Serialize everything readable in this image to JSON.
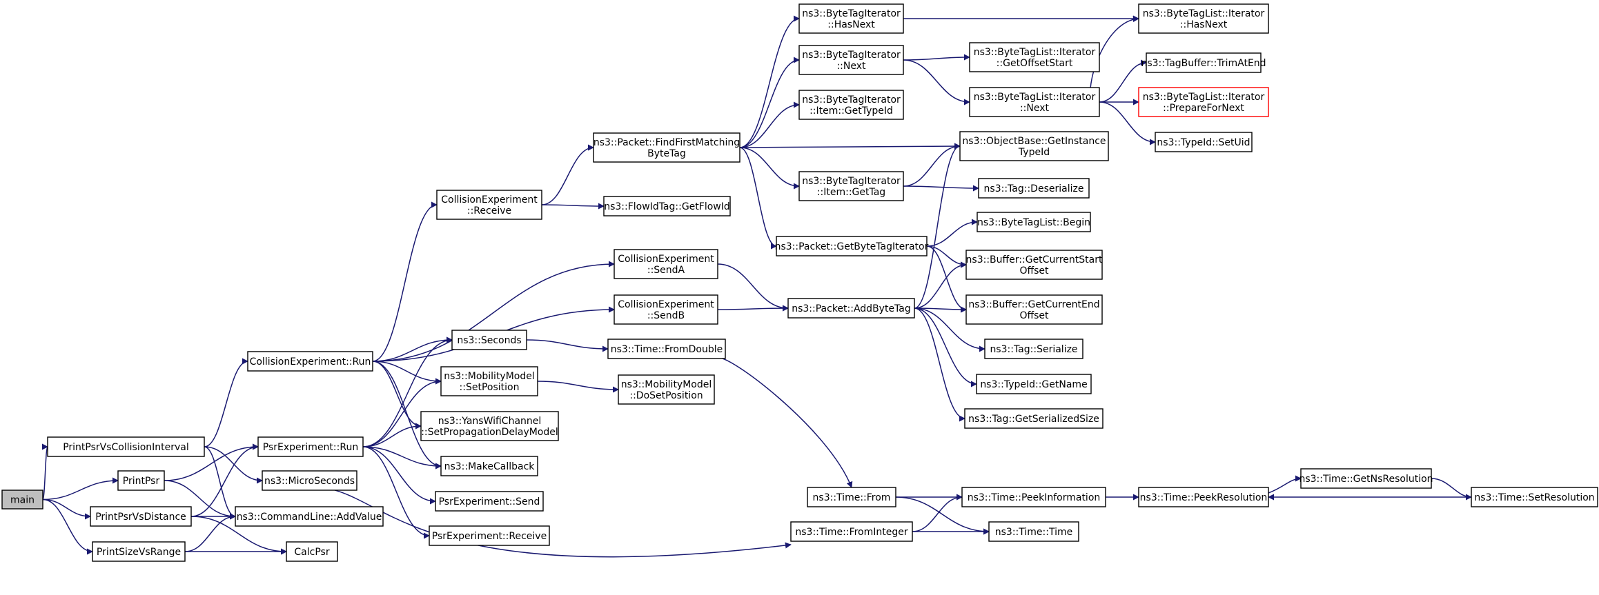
{
  "colors": {
    "edge": "#191970",
    "root_fill": "#bfbfbf",
    "missing_border": "#ff0000"
  },
  "nodes": {
    "main": [
      "main"
    ],
    "ppvci": [
      "PrintPsrVsCollisionInterval"
    ],
    "printpsr": [
      "PrintPsr"
    ],
    "ppvd": [
      "PrintPsrVsDistance"
    ],
    "psvr": [
      "PrintSizeVsRange"
    ],
    "cerun": [
      "CollisionExperiment::Run"
    ],
    "microseconds": [
      "ns3::MicroSeconds"
    ],
    "psrrun": [
      "PsrExperiment::Run"
    ],
    "cmdadd": [
      "ns3::CommandLine::AddValue"
    ],
    "calcpsr": [
      "CalcPsr"
    ],
    "cerecv": [
      "CollisionExperiment",
      "::Receive"
    ],
    "cesenda": [
      "CollisionExperiment",
      "::SendA"
    ],
    "cesendb": [
      "CollisionExperiment",
      "::SendB"
    ],
    "seconds": [
      "ns3::Seconds"
    ],
    "mmsetpos": [
      "ns3::MobilityModel",
      "::SetPosition"
    ],
    "yanssetprop": [
      "ns3::YansWifiChannel",
      "::SetPropagationDelayModel"
    ],
    "makecb": [
      "ns3::MakeCallback"
    ],
    "psrsend": [
      "PsrExperiment::Send"
    ],
    "psrrecv": [
      "PsrExperiment::Receive"
    ],
    "findfirst": [
      "ns3::Packet::FindFirstMatching",
      "ByteTag"
    ],
    "flowid": [
      "ns3::FlowIdTag::GetFlowId"
    ],
    "fromdouble": [
      "ns3::Time::FromDouble"
    ],
    "mmdosetpos": [
      "ns3::MobilityModel",
      "::DoSetPosition"
    ],
    "bthasnext": [
      "ns3::ByteTagIterator",
      "::HasNext"
    ],
    "btnext": [
      "ns3::ByteTagIterator",
      "::Next"
    ],
    "btitemtypeid": [
      "ns3::ByteTagIterator",
      "::Item::GetTypeId"
    ],
    "btitemgettag": [
      "ns3::ByteTagIterator",
      "::Item::GetTag"
    ],
    "getbytetagiter": [
      "ns3::Packet::GetByteTagIterator"
    ],
    "addbytetag": [
      "ns3::Packet::AddByteTag"
    ],
    "timefrom": [
      "ns3::Time::From"
    ],
    "timefromint": [
      "ns3::Time::FromInteger"
    ],
    "btliterhasnext": [
      "ns3::ByteTagList::Iterator",
      "::HasNext"
    ],
    "btlitergetoffset": [
      "ns3::ByteTagList::Iterator",
      "::GetOffsetStart"
    ],
    "btliternext": [
      "ns3::ByteTagList::Iterator",
      "::Next"
    ],
    "objgetinst": [
      "ns3::ObjectBase::GetInstance",
      "TypeId"
    ],
    "tagdeser": [
      "ns3::Tag::Deserialize"
    ],
    "btlbegin": [
      "ns3::ByteTagList::Begin"
    ],
    "bufcurstart": [
      "ns3::Buffer::GetCurrentStart",
      "Offset"
    ],
    "bufcurend": [
      "ns3::Buffer::GetCurrentEnd",
      "Offset"
    ],
    "tagser": [
      "ns3::Tag::Serialize"
    ],
    "typeidgetname": [
      "ns3::TypeId::GetName"
    ],
    "taggetsersize": [
      "ns3::Tag::GetSerializedSize"
    ],
    "peekinfo": [
      "ns3::Time::PeekInformation"
    ],
    "timetime": [
      "ns3::Time::Time"
    ],
    "tagbuftrim": [
      "ns3::TagBuffer::TrimAtEnd"
    ],
    "btliterprepare": [
      "ns3::ByteTagList::Iterator",
      "::PrepareForNext"
    ],
    "typeidsetuid": [
      "ns3::TypeId::SetUid"
    ],
    "peekres": [
      "ns3::Time::PeekResolution"
    ],
    "getnsres": [
      "ns3::Time::GetNsResolution"
    ],
    "setres": [
      "ns3::Time::SetResolution"
    ]
  },
  "edges": [
    [
      "main",
      "ppvci"
    ],
    [
      "main",
      "printpsr"
    ],
    [
      "main",
      "ppvd"
    ],
    [
      "main",
      "psvr"
    ],
    [
      "ppvci",
      "cerun"
    ],
    [
      "ppvci",
      "microseconds"
    ],
    [
      "ppvci",
      "cmdadd"
    ],
    [
      "printpsr",
      "psrrun"
    ],
    [
      "printpsr",
      "cmdadd"
    ],
    [
      "ppvd",
      "psrrun"
    ],
    [
      "ppvd",
      "cmdadd"
    ],
    [
      "ppvd",
      "calcpsr"
    ],
    [
      "psvr",
      "cmdadd"
    ],
    [
      "psvr",
      "calcpsr"
    ],
    [
      "cerun",
      "cerecv"
    ],
    [
      "cerun",
      "cesenda"
    ],
    [
      "cerun",
      "cesendb"
    ],
    [
      "cerun",
      "seconds"
    ],
    [
      "cerun",
      "mmsetpos"
    ],
    [
      "cerun",
      "yanssetprop"
    ],
    [
      "cerun",
      "makecb"
    ],
    [
      "psrrun",
      "seconds"
    ],
    [
      "psrrun",
      "mmsetpos"
    ],
    [
      "psrrun",
      "yanssetprop"
    ],
    [
      "psrrun",
      "makecb"
    ],
    [
      "psrrun",
      "psrsend"
    ],
    [
      "psrrun",
      "psrrecv"
    ],
    [
      "microseconds",
      "timefromint"
    ],
    [
      "cerecv",
      "findfirst"
    ],
    [
      "cerecv",
      "flowid"
    ],
    [
      "cesenda",
      "addbytetag"
    ],
    [
      "cesendb",
      "addbytetag"
    ],
    [
      "seconds",
      "fromdouble"
    ],
    [
      "mmsetpos",
      "mmdosetpos"
    ],
    [
      "findfirst",
      "bthasnext"
    ],
    [
      "findfirst",
      "btnext"
    ],
    [
      "findfirst",
      "btitemtypeid"
    ],
    [
      "findfirst",
      "objgetinst"
    ],
    [
      "findfirst",
      "btitemgettag"
    ],
    [
      "findfirst",
      "getbytetagiter"
    ],
    [
      "fromdouble",
      "timefrom"
    ],
    [
      "bthasnext",
      "btliterhasnext"
    ],
    [
      "btnext",
      "btlitergetoffset"
    ],
    [
      "btnext",
      "btliternext"
    ],
    [
      "btitemgettag",
      "objgetinst"
    ],
    [
      "btitemgettag",
      "tagdeser"
    ],
    [
      "getbytetagiter",
      "btlbegin"
    ],
    [
      "getbytetagiter",
      "bufcurstart"
    ],
    [
      "getbytetagiter",
      "bufcurend"
    ],
    [
      "addbytetag",
      "objgetinst"
    ],
    [
      "addbytetag",
      "bufcurstart"
    ],
    [
      "addbytetag",
      "bufcurend"
    ],
    [
      "addbytetag",
      "tagser"
    ],
    [
      "addbytetag",
      "typeidgetname"
    ],
    [
      "addbytetag",
      "taggetsersize"
    ],
    [
      "timefrom",
      "peekinfo"
    ],
    [
      "timefrom",
      "timetime"
    ],
    [
      "timefromint",
      "peekinfo"
    ],
    [
      "timefromint",
      "timetime"
    ],
    [
      "btliternext",
      "btliterhasnext"
    ],
    [
      "btliternext",
      "tagbuftrim"
    ],
    [
      "btliternext",
      "btliterprepare"
    ],
    [
      "btliternext",
      "typeidsetuid"
    ],
    [
      "peekinfo",
      "peekres"
    ],
    [
      "peekres",
      "getnsres"
    ],
    [
      "getnsres",
      "setres"
    ],
    [
      "setres",
      "peekres"
    ]
  ]
}
